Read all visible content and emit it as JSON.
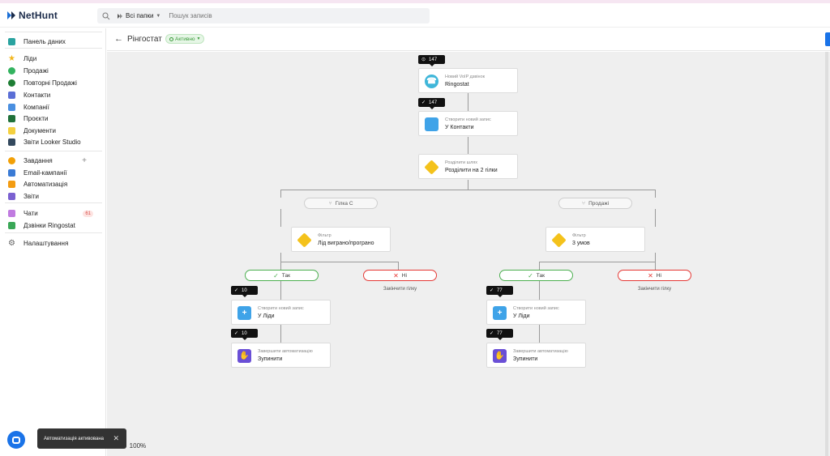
{
  "app": {
    "name": "NetHunt"
  },
  "search": {
    "folder": "Всі папки",
    "placeholder": "Пошук записів"
  },
  "sidebar": {
    "items": [
      {
        "label": "Панель даних",
        "icon": "dashboard-icon",
        "color": "#2aa3a0"
      },
      {
        "label": "Ліди",
        "icon": "star-icon",
        "color": "#f2b51b"
      },
      {
        "label": "Продажі",
        "icon": "sales-icon",
        "color": "#33b35f"
      },
      {
        "label": "Повторні Продажі",
        "icon": "dollar-icon",
        "color": "#1e7e34"
      },
      {
        "label": "Контакти",
        "icon": "contacts-icon",
        "color": "#5b6fd6"
      },
      {
        "label": "Компанії",
        "icon": "building-icon",
        "color": "#4a8fe0"
      },
      {
        "label": "Проєкти",
        "icon": "checkbox-icon",
        "color": "#20713a"
      },
      {
        "label": "Документи",
        "icon": "document-icon",
        "color": "#f4d03f"
      },
      {
        "label": "Звіти Looker Studio",
        "icon": "bar-chart-icon",
        "color": "#34495e"
      },
      {
        "label": "Завдання",
        "icon": "task-icon",
        "color": "#f2a007"
      },
      {
        "label": "Email-кампанії",
        "icon": "email-icon",
        "color": "#3a7bd5"
      },
      {
        "label": "Автоматизація",
        "icon": "lightning-icon",
        "color": "#f39c12"
      },
      {
        "label": "Звіти",
        "icon": "report-icon",
        "color": "#7b61d1"
      },
      {
        "label": "Чати",
        "icon": "chat-icon",
        "color": "#c07be0"
      },
      {
        "label": "Дзвінки Ringostat",
        "icon": "phone-icon",
        "color": "#3aa757"
      },
      {
        "label": "Налаштування",
        "icon": "gear-icon",
        "color": "#666666"
      }
    ],
    "chats_badge": "61"
  },
  "header": {
    "title": "Рінгостат",
    "status": "Активно"
  },
  "flow": {
    "trigger": {
      "sub": "Новий VoIP дзвінок",
      "main": "Ringostat",
      "count": "147"
    },
    "create_contact": {
      "sub": "Створити новий запис",
      "main": "У Контакти",
      "count": "147"
    },
    "split": {
      "sub": "Розділити шлях",
      "main": "Розділити на 2 гілки"
    },
    "branch_left": "Гілка С",
    "branch_right": "Продажі",
    "filter_left": {
      "sub": "Фільтр",
      "main": "Лід виграно/програно"
    },
    "filter_right": {
      "sub": "Фільтр",
      "main": "3 умов"
    },
    "yes_label": "Так",
    "no_label": "Ні",
    "end_branch": "Закінчити гілку",
    "create_lead_left": {
      "sub": "Створити новий запис",
      "main": "У Ліди",
      "count": "10"
    },
    "stop_left": {
      "sub": "Завершити автоматизацію",
      "main": "Зупинити",
      "count": "10"
    },
    "create_lead_right": {
      "sub": "Створити новий запис",
      "main": "У Ліди",
      "count": "77"
    },
    "stop_right": {
      "sub": "Завершити автоматизацію",
      "main": "Зупинити",
      "count": "77"
    }
  },
  "toast": "Автоматизація активована",
  "zoom": {
    "level": "100%"
  },
  "colors": {
    "accent": "#1a73e8",
    "green": "#4caf50",
    "red": "#e53935",
    "diamond": "#f4c21b",
    "stop": "#6a4fd6"
  }
}
